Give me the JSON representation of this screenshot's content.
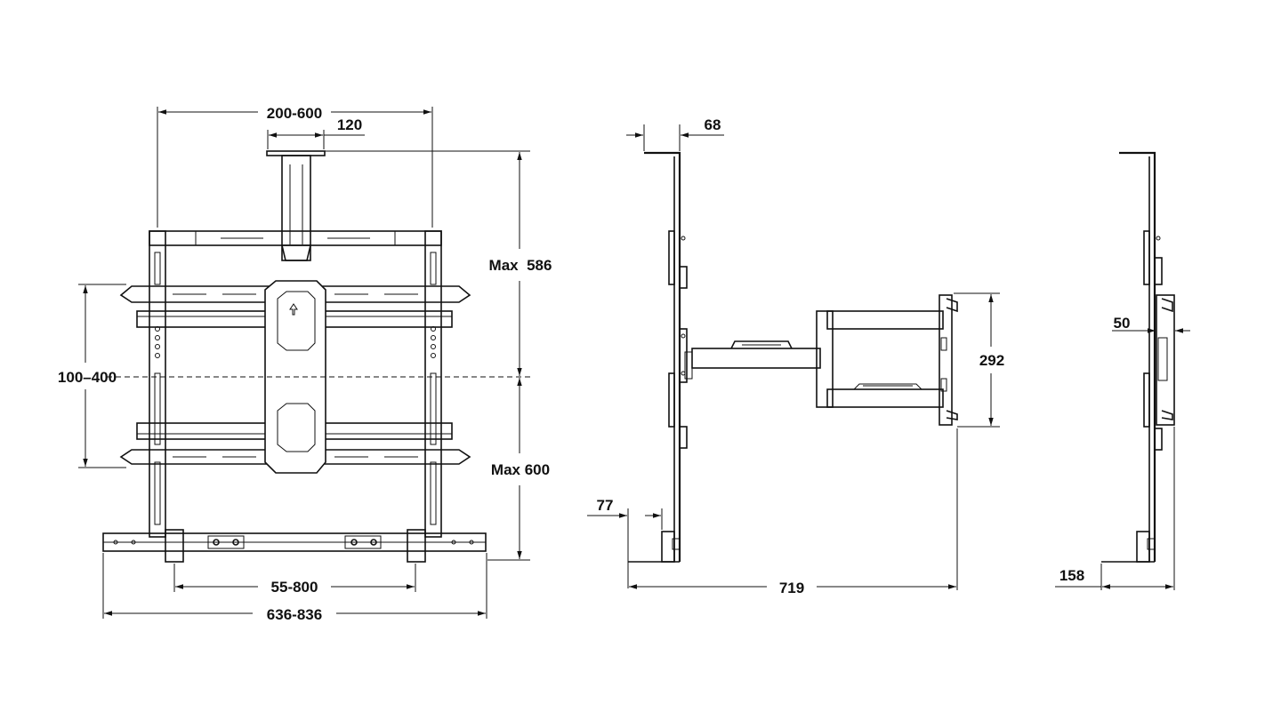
{
  "front_view": {
    "dim_top_width": "200-600",
    "dim_column_width": "120",
    "dim_max_up": "Max  586",
    "dim_max_down": "Max 600",
    "dim_vesa_vertical": "100–400",
    "dim_bottom_inner": "55-800",
    "dim_bottom_outer": "636-836"
  },
  "side_view": {
    "dim_top_depth": "68",
    "dim_bottom_offset": "77",
    "dim_arm_height": "292",
    "dim_max_extension": "719"
  },
  "folded_view": {
    "dim_profile": "50",
    "dim_min_depth": "158"
  }
}
